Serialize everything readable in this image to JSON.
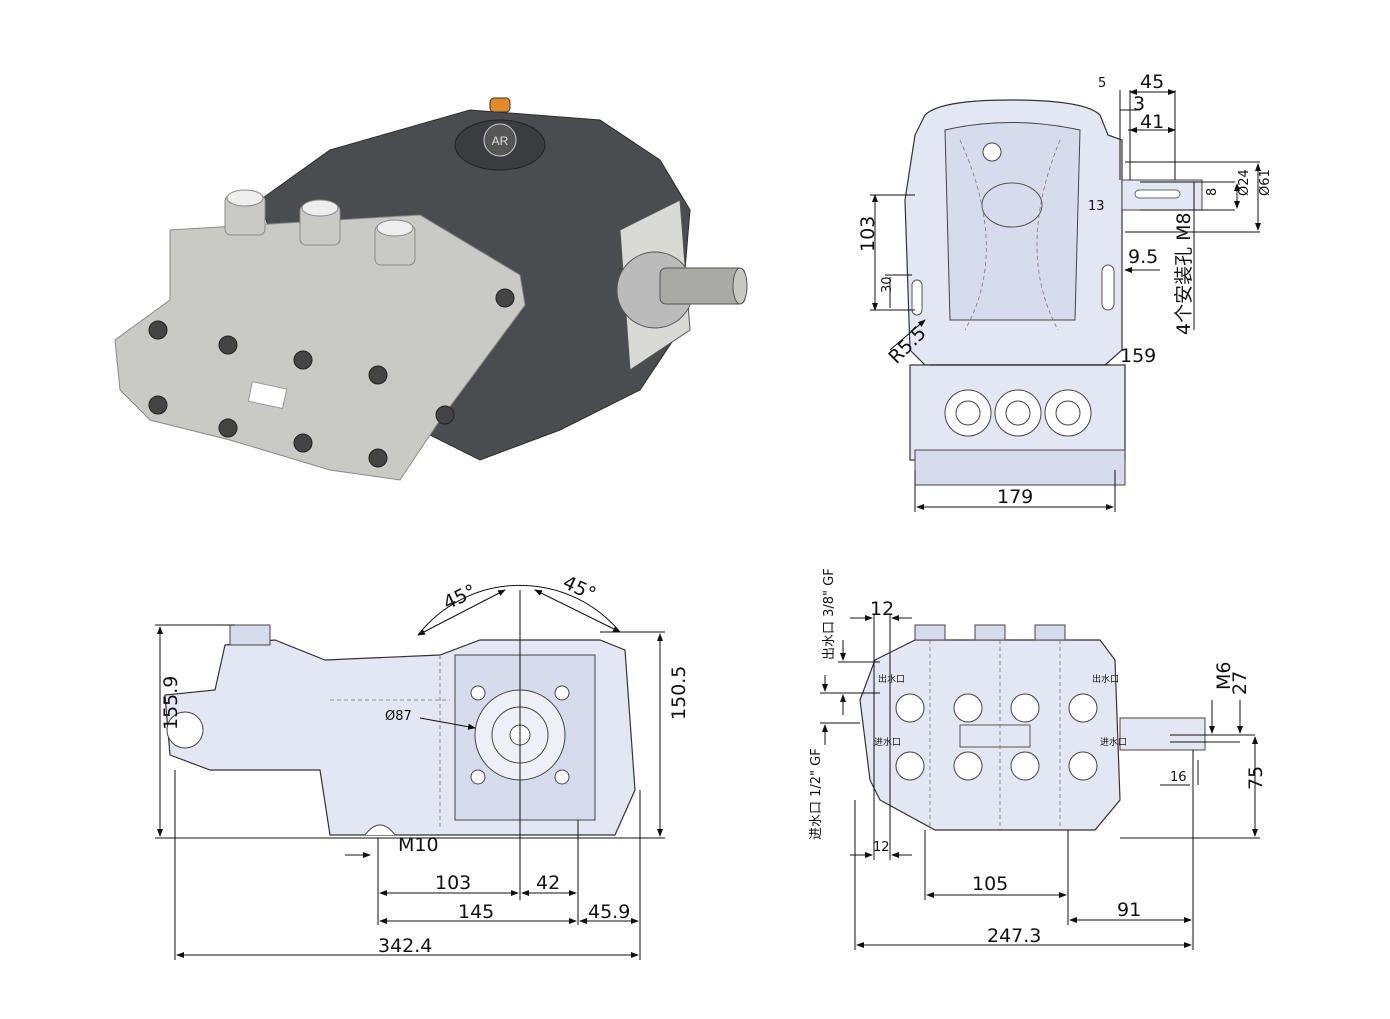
{
  "photo": {
    "logo_text": "AR"
  },
  "top_view": {
    "dims": {
      "d5": "5",
      "d45": "45",
      "d3": "3",
      "d41": "41",
      "d13": "13",
      "d9_5": "9.5",
      "d8": "8",
      "d24": "Ø24",
      "d61": "Ø61",
      "mount_holes": "4个安装孔 M8",
      "d103": "103",
      "d30": "30",
      "r5_5": "R5.5",
      "d159": "159",
      "d179": "179"
    }
  },
  "side_view": {
    "dims": {
      "d155_9": "155.9",
      "d150_5": "150.5",
      "angle_left": "45°",
      "angle_right": "45°",
      "d87": "Ø87",
      "m10": "M10",
      "d103": "103",
      "d42": "42",
      "d145": "145",
      "d45_9": "45.9",
      "d342_4": "342.4"
    }
  },
  "front_view": {
    "dims": {
      "d12_top": "12",
      "outlet": "出水口 3/8\" GF",
      "inlet": "进水口 1/2\" GF",
      "d12_bottom": "12",
      "m6": "M6",
      "d27": "27",
      "d16": "16",
      "d75": "75",
      "d105": "105",
      "d91": "91",
      "d247_3": "247.3"
    },
    "body_labels": {
      "outlet_left": "出水口",
      "outlet_right": "出水口",
      "inlet_left": "进水口",
      "inlet_right": "进水口"
    }
  },
  "colors": {
    "body": "#e3e7f3",
    "housing": "#4a4c50",
    "manifold": "#c9c9c6"
  }
}
